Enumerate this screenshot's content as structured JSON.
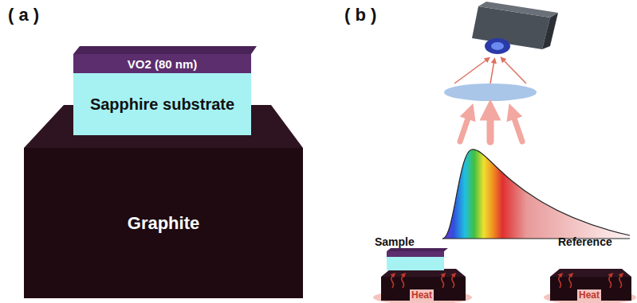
{
  "diagram": {
    "nodes": [
      {
        "text": [
          "VO2 (80 nm)"
        ]
      },
      {
        "text": [
          "Sapphire substrate"
        ]
      },
      {
        "text": [
          "Graphite"
        ]
      }
    ],
    "labels": [
      "( a )",
      "( b )",
      "Sample",
      "Reference",
      "Heat",
      "Heat"
    ]
  }
}
